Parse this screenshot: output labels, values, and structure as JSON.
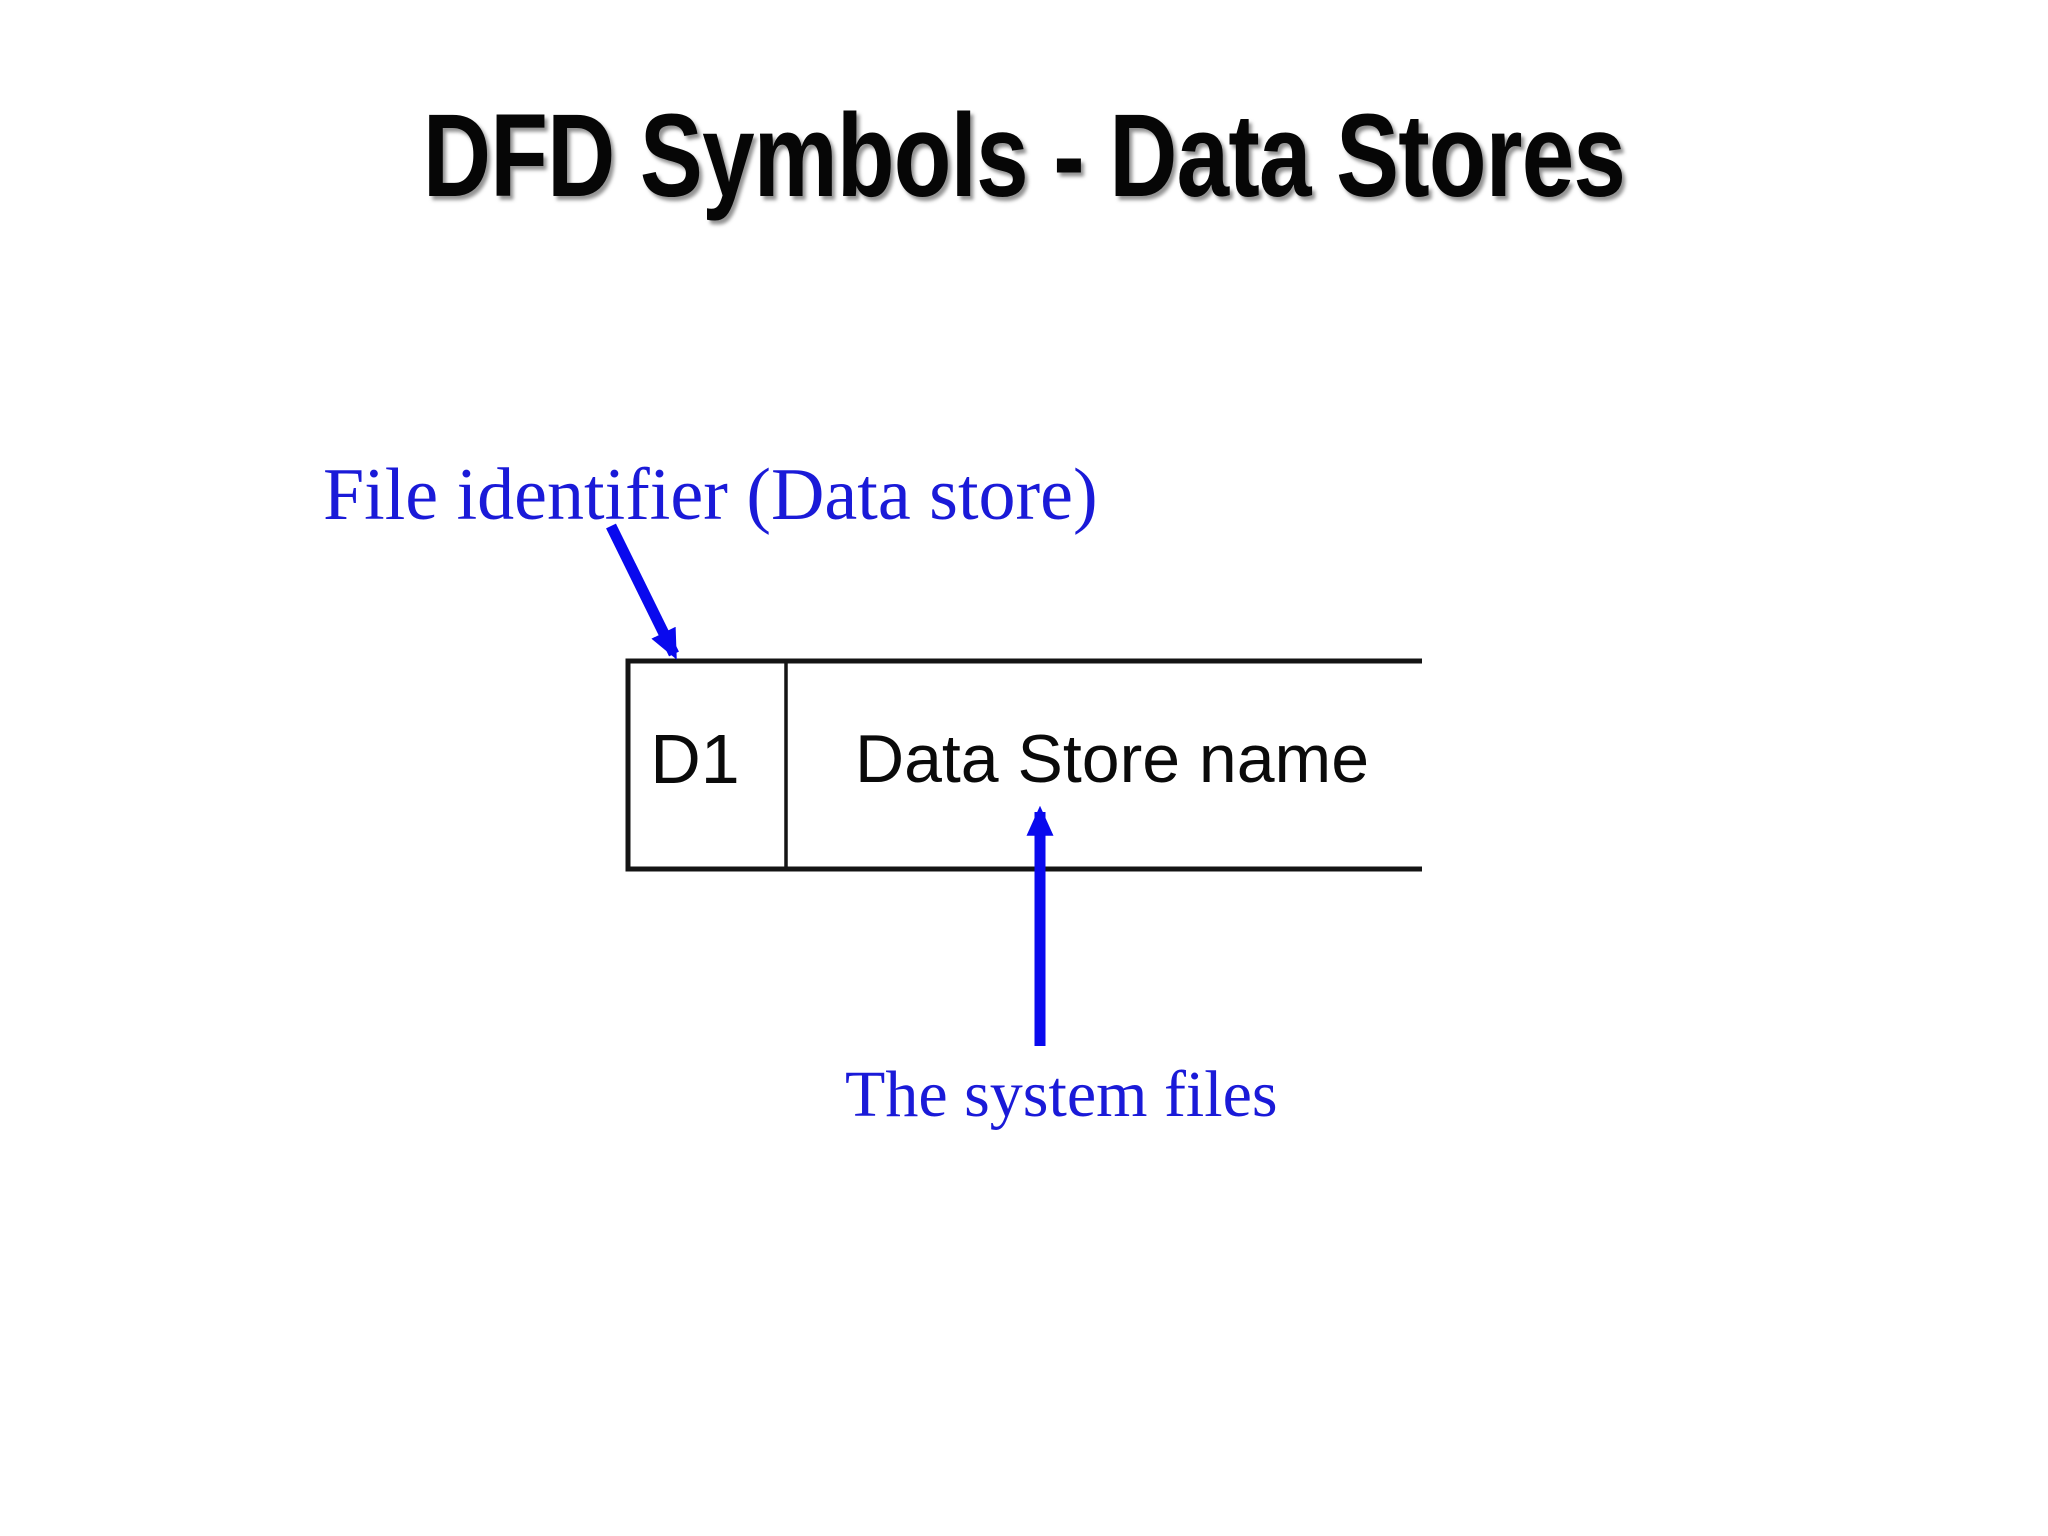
{
  "slide": {
    "title": "DFD Symbols - Data Stores"
  },
  "diagram": {
    "annotations": {
      "file_identifier": "File identifier (Data store)",
      "system_files": "The system files"
    },
    "data_store": {
      "identifier": "D1",
      "name": "Data Store name"
    }
  },
  "colors": {
    "annotation-blue": "#1a1ad8",
    "arrow-blue": "#0909ee",
    "line-black": "#141414",
    "title-black": "#060606",
    "background": "#ffffff"
  }
}
